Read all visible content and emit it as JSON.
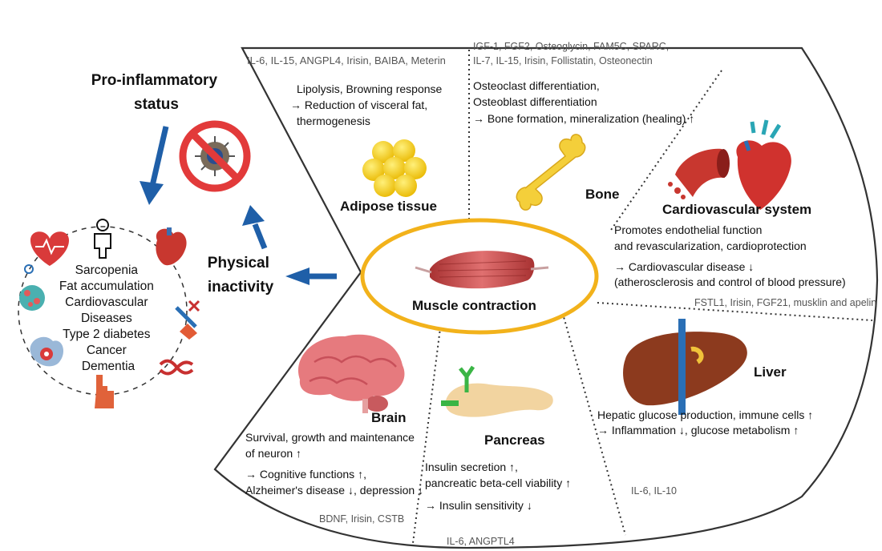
{
  "left": {
    "pro_inflammatory": [
      "Pro-inflammatory",
      "status"
    ],
    "physical_inactivity": [
      "Physical",
      "inactivity"
    ],
    "conditions": [
      "Sarcopenia",
      "Fat accumulation",
      "Cardiovascular",
      "Diseases",
      "Type 2 diabetes",
      "Cancer",
      "Dementia"
    ]
  },
  "center": {
    "label": "Muscle contraction"
  },
  "adipose": {
    "molecules": "IL-6, IL-15, ANGPL4, Irisin, BAIBA, Meterin",
    "effects": [
      "Lipolysis, Browning response",
      "→ Reduction of visceral fat,",
      "thermogenesis"
    ],
    "title": "Adipose tissue"
  },
  "bone": {
    "molecules": [
      "IGF-1, FGF2, Osteoglycin, FAM5C, SPARC,",
      "IL-7, IL-15, Irisin, Follistatin, Osteonectin"
    ],
    "effects": [
      "Osteoclast differentiation,",
      "Osteoblast differentiation",
      "→ Bone formation, mineralization (healing) ↑"
    ],
    "title": "Bone"
  },
  "cardio": {
    "title": "Cardiovascular system",
    "effects": [
      "Promotes endothelial function",
      "and revascularization, cardioprotection",
      "→ Cardiovascular disease ↓",
      "(atherosclerosis and control of blood pressure)"
    ],
    "molecules": "FSTL1, Irisin, FGF21, musklin and apelin"
  },
  "liver": {
    "title": "Liver",
    "effects": [
      "Hepatic glucose production, immune cells ↑",
      "→ Inflammation ↓, glucose metabolism ↑"
    ],
    "molecules": "IL-6, IL-10"
  },
  "pancreas": {
    "title": "Pancreas",
    "effects": [
      "Insulin secretion ↑,",
      "pancreatic beta-cell viability ↑",
      "→ Insulin sensitivity ↓"
    ],
    "molecules": "IL-6, ANGPTL4"
  },
  "brain": {
    "title": "Brain",
    "effects": [
      "Survival, growth and maintenance",
      "of neuron ↑",
      "→ Cognitive functions ↑,",
      "Alzheimer's disease ↓, depression ↓"
    ],
    "molecules": "BDNF, Irisin, CSTB"
  },
  "colors": {
    "arrow": "#1f5fa8",
    "ellipse": "#f2b21b",
    "divider": "#333333",
    "muscle": "#c94444",
    "ban": "#e23a3a"
  }
}
